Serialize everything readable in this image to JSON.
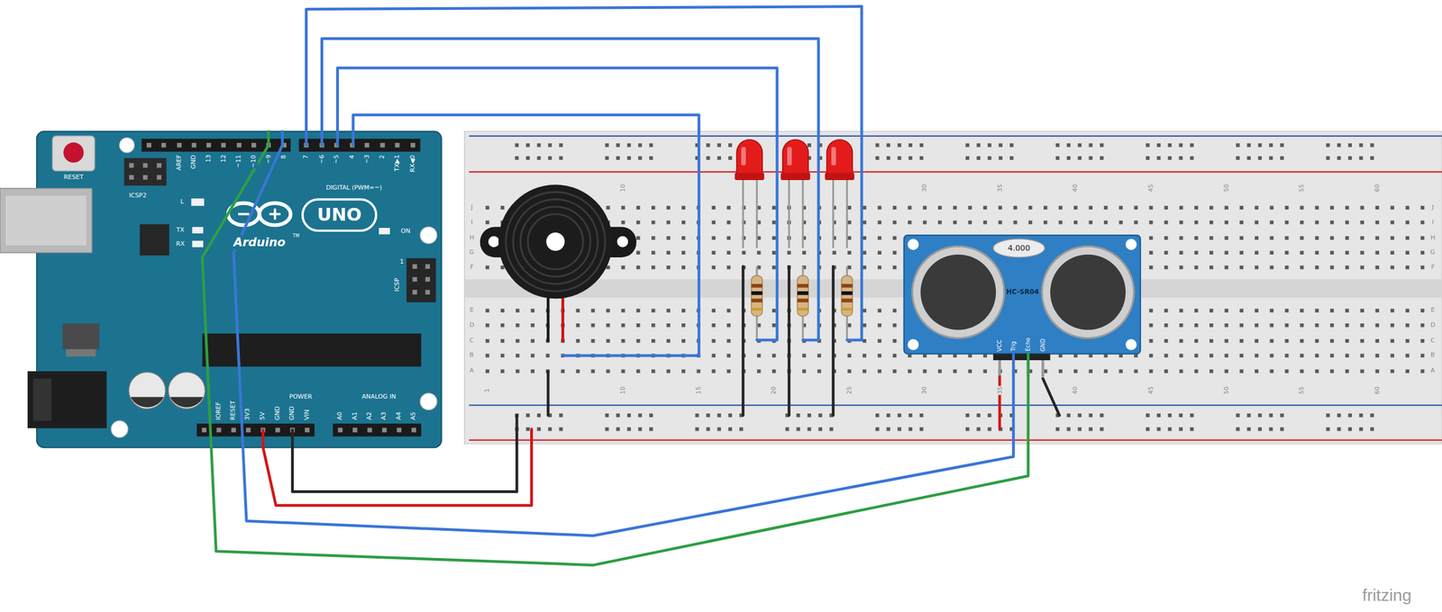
{
  "diagram": {
    "nodes": [
      {
        "text": [
          "RESET",
          "ICSP2",
          "AREF",
          "GND",
          "13",
          "12",
          "~11",
          "~10",
          "~9",
          "8",
          "7",
          "~6",
          "~5",
          "4",
          "~3",
          "2",
          "TX▶1",
          "RX◀0",
          "DIGITAL (PWM=~)",
          "L",
          "TX",
          "RX",
          "UNO",
          "Arduino",
          "TM",
          "ON",
          "1",
          "ICSP",
          "IOREF",
          "RESET",
          "3V3",
          "5V",
          "GND",
          "GND",
          "VIN",
          "POWER",
          "ANALOG IN",
          "A0",
          "A1",
          "A2",
          "A3",
          "A4",
          "A5"
        ]
      },
      {
        "text": [
          "10",
          "30",
          "35",
          "40",
          "45",
          "50",
          "55",
          "60",
          "J",
          "I",
          "H",
          "G",
          "F",
          "J",
          "I",
          "H",
          "G",
          "F",
          "E",
          "D",
          "C",
          "B",
          "A",
          "E",
          "D",
          "C",
          "B",
          "A",
          "1",
          "10",
          "15",
          "20",
          "25",
          "30",
          "35",
          "40",
          "45",
          "50",
          "55",
          "60"
        ]
      },
      {
        "text": [
          "4.000",
          "HC-SR04",
          "VCC",
          "Trig",
          "Echo",
          "GND"
        ],
        "in": 1
      }
    ],
    "edges": [
      {
        "from": 0,
        "to": 1,
        "arrow": "none"
      },
      {
        "from": 0,
        "to": 1,
        "arrow": "none"
      },
      {
        "from": 0,
        "to": 1,
        "arrow": "none"
      },
      {
        "from": 0,
        "to": 1,
        "arrow": "none"
      },
      {
        "from": 0,
        "to": 2,
        "arrow": "none"
      },
      {
        "from": 0,
        "to": 2,
        "arrow": "none"
      },
      {
        "from": 0,
        "to": 1,
        "arrow": "none"
      },
      {
        "from": 0,
        "to": 1,
        "arrow": "none"
      }
    ],
    "labels": [
      "fritzing"
    ]
  }
}
